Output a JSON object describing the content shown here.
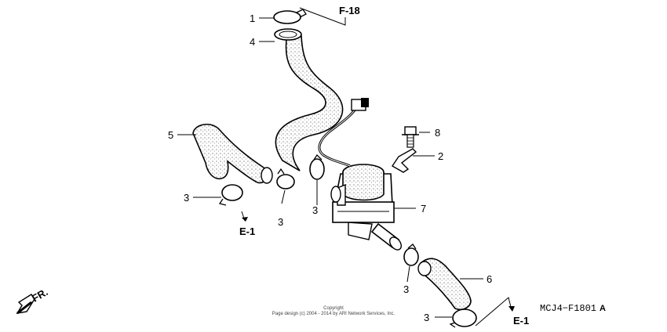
{
  "callouts": {
    "p1": "1",
    "p2": "2",
    "p3a": "3",
    "p3b": "3",
    "p3c": "3",
    "p3d": "3",
    "p3e": "3",
    "p4": "4",
    "p5": "5",
    "p6": "6",
    "p7": "7",
    "p8": "8"
  },
  "refs": {
    "f18": "F-18",
    "e1_left": "E-1",
    "e1_right": "E-1"
  },
  "front_label": "FR.",
  "diagram_code": "MCJ4−F1801",
  "diagram_code_suffix": "A",
  "copyright": {
    "line1": "Copyright",
    "line2": "Page design (c) 2004 - 2014 by ARI Network Services, Inc."
  }
}
